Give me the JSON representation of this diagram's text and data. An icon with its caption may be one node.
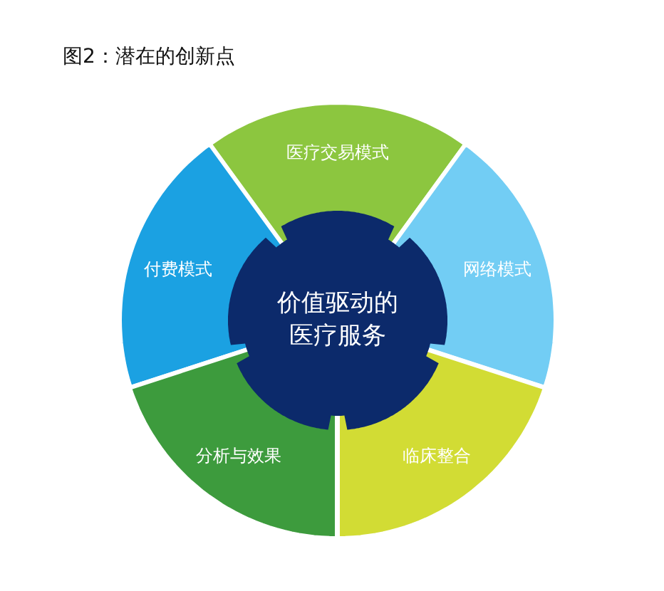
{
  "diagram": {
    "title": "图2：潜在的创新点",
    "nodes": [
      {
        "text": [
          "医疗交易模式"
        ]
      },
      {
        "text": [
          "付费模式"
        ]
      },
      {
        "text": [
          "价值驱动的医疗服务"
        ]
      },
      {
        "text": [
          "网络模式"
        ]
      },
      {
        "text": [
          "分析与效果"
        ]
      },
      {
        "text": [
          "临床整合"
        ]
      }
    ]
  }
}
